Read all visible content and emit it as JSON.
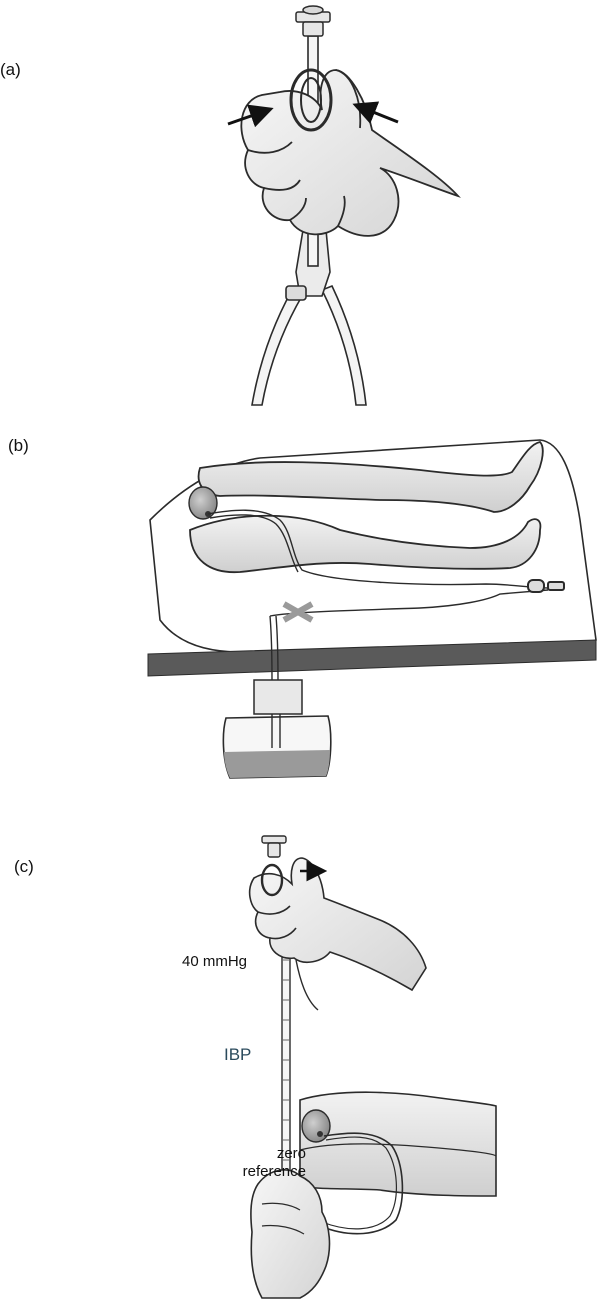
{
  "labels": {
    "panel_a": "(a)",
    "panel_b": "(b)",
    "panel_c": "(c)"
  },
  "annotations": {
    "pressure": "40 mmHg",
    "ibp": "IBP",
    "zero_line1": "zero",
    "zero_line2": "reference"
  },
  "colors": {
    "line": "#2b2b2b",
    "skin": "#ececec",
    "shade": "#cfcfcf",
    "tube": "#f4f4f4",
    "bulb": "#a9a9a9",
    "fluid": "#9a9a9a",
    "table": "#555555"
  }
}
